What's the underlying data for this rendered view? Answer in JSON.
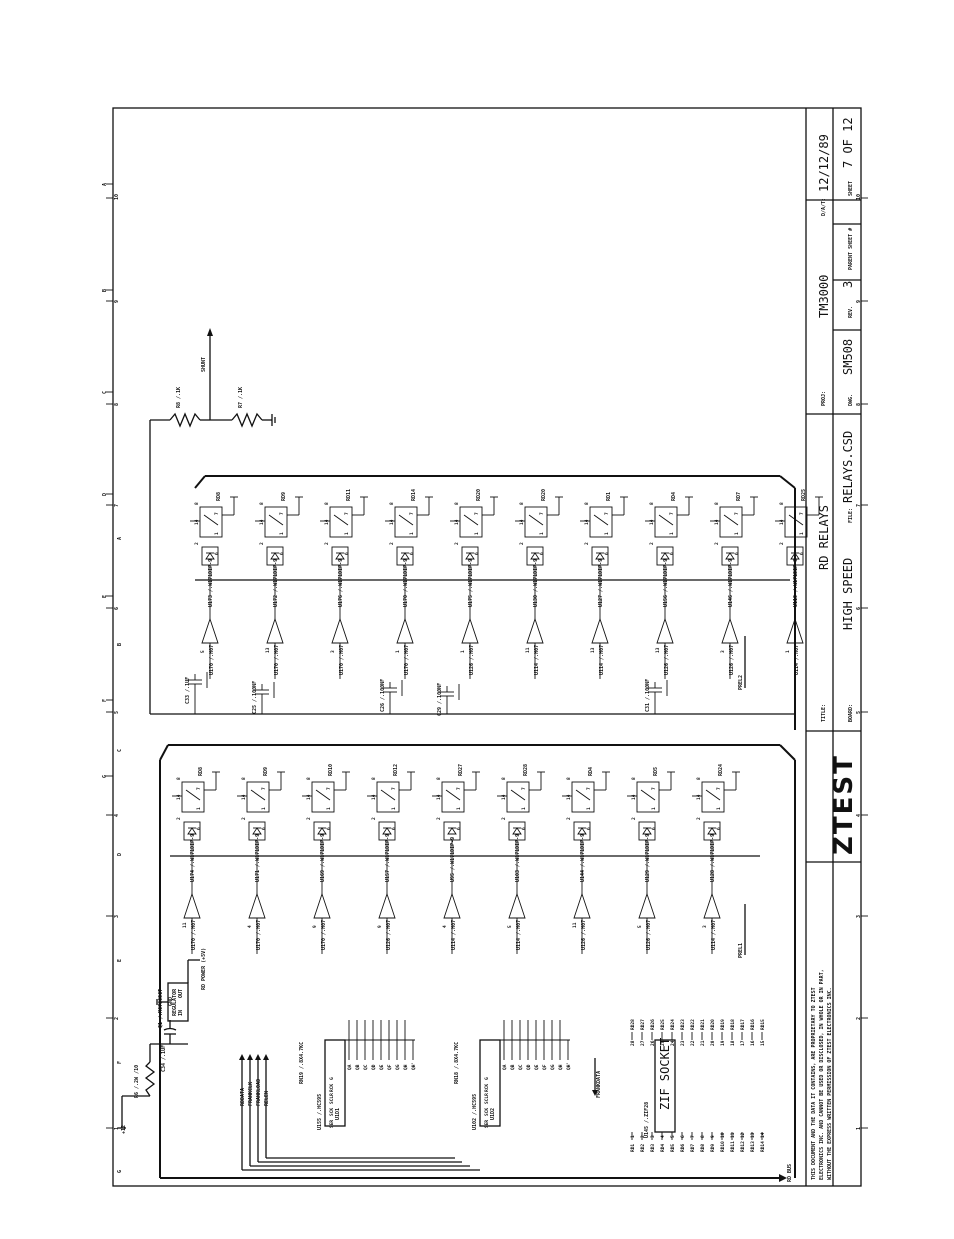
{
  "border": {
    "top_letters": [
      "A",
      "B",
      "C",
      "D",
      "E",
      "F",
      "G"
    ],
    "bottom_letters": [
      "A",
      "B",
      "C",
      "D",
      "E",
      "F",
      "G"
    ],
    "side_numbers": [
      "1",
      "2",
      "3",
      "4",
      "5",
      "6",
      "7",
      "8",
      "9",
      "10"
    ]
  },
  "title_block": {
    "logo": "ZTEST",
    "title_label": "TITLE:",
    "title": "RD RELAYS",
    "board_label": "BOARD:",
    "board": "HIGH SPEED",
    "file_label": "FILE:",
    "file": "RELAYS.CSD",
    "proj_label": "PROJ:",
    "proj": "TM3000",
    "dwg_label": "DWG.",
    "dwg": "SM508",
    "rev_label": "REV.",
    "rev": "3",
    "parent_label": "PARENT SHEET #",
    "date_label": "D/A/T:",
    "date": "12/12/89",
    "sheet_label": "SHEET",
    "sheet": "7 OF 12"
  },
  "notice": [
    "THIS DOCUMENT AND THE DATA IT CONTAINS, ARE PROPRIETARY TO ZTEST",
    "ELECTRONICS INC. AND CANNOT BE USED OR DISCLOSED, IN WHOLE OR IN PART,",
    "WITHOUT THE EXPRESS WRITTEN PERMISSION OF ZTEST ELECTRONICS INC."
  ],
  "power": {
    "regulator": "Q1 /.MC7805CT",
    "regulator_label": "REGULATOR",
    "in": "IN",
    "out": "OUT",
    "gnd": "GND",
    "rd_power": "RD POWER (+5V)",
    "r6": "R6 /.2W /10",
    "c34": "C34 /.1UF",
    "plus12": "+12"
  },
  "shift_registers": [
    {
      "ref": "U155 /.HC595",
      "unit": "U1D1",
      "rnet": "RN19 /.8X4.7KC"
    },
    {
      "ref": "U102 /.HC595",
      "unit": "U1D2",
      "rnet": "RN18 /.8X4.7KC"
    }
  ],
  "sr_pins": [
    "QA",
    "QB",
    "QC",
    "QD",
    "QE",
    "QF",
    "QG",
    "QH",
    "QH'"
  ],
  "sr_inputs": [
    "SER",
    "SCK",
    "SCLR",
    "RCK",
    "G"
  ],
  "signals": [
    "RDDATA",
    "FRANKCLK",
    "FRANKLOAD",
    "RELEN"
  ],
  "frankdata": "FRANKDATA",
  "rd_bus": "RD BUS",
  "shunt": "SHUNT",
  "presistors": [
    "R8 /.1K",
    "R7 /.1K"
  ],
  "prel": [
    "PREL1",
    "PREL2"
  ],
  "capacitors": [
    {
      "ref": "C33 /.1UF"
    },
    {
      "ref": "C25 /.100NF"
    },
    {
      "ref": "C26 /.100NF"
    },
    {
      "ref": "C29 /.100NF"
    },
    {
      "ref": "C31 /.100NF"
    }
  ],
  "zif": {
    "ref": "U145 /.ZIF28",
    "label": "ZIF SOCKET",
    "left_pins": [
      "1",
      "2",
      "3",
      "4",
      "5",
      "6",
      "7",
      "8",
      "9",
      "10",
      "11",
      "12",
      "13",
      "14"
    ],
    "left_nets": [
      "RD1",
      "RD2",
      "RD3",
      "RD4",
      "RD5",
      "RD6",
      "RD7",
      "RD8",
      "RD9",
      "RD10",
      "RD11",
      "RD12",
      "RD13",
      "RD14"
    ],
    "right_pins": [
      "28",
      "27",
      "26",
      "25",
      "24",
      "23",
      "22",
      "21",
      "20",
      "19",
      "18",
      "17",
      "16",
      "15"
    ],
    "right_nets": [
      "RD28",
      "RD27",
      "RD26",
      "RD25",
      "RD24",
      "RD23",
      "RD22",
      "RD21",
      "RD20",
      "RD19",
      "RD18",
      "RD17",
      "RD16",
      "RD15"
    ]
  },
  "relays_lower": [
    {
      "ref": "U174 /.W171DIP-9",
      "rd": "RD8",
      "driver": "U170 /.H07",
      "pin": "11"
    },
    {
      "ref": "U171 /.W171DIP-9",
      "rd": "RD9",
      "driver": "U170 /.H07",
      "pin": "4"
    },
    {
      "ref": "U169 /.W171DIP-9",
      "rd": "RD10",
      "driver": "U170 /.H07",
      "pin": "9"
    },
    {
      "ref": "U157 /.W171DIP-9",
      "rd": "RD12",
      "driver": "U126 /.H07",
      "pin": "9"
    },
    {
      "ref": "U95 /.W171DIP-9",
      "rd": "RD27",
      "driver": "U114 /.H07",
      "pin": "4"
    },
    {
      "ref": "U103 /.W171DIP-9",
      "rd": "RD28",
      "driver": "U114 /.H07",
      "pin": "5"
    },
    {
      "ref": "U144 /.W171DIP-9",
      "rd": "RD4",
      "driver": "U126 /.H07",
      "pin": "11"
    },
    {
      "ref": "U129 /.W171DIP-9",
      "rd": "RD5",
      "driver": "U126 /.H07",
      "pin": "5"
    },
    {
      "ref": "U128 /.W171DIP-9",
      "rd": "RD24",
      "driver": "U114 /.H07",
      "pin": "3"
    }
  ],
  "relays_upper": [
    {
      "ref": "U173 /.W171DIP-9",
      "rd": "RD8",
      "driver": "U170 /.H07",
      "pin": "5"
    },
    {
      "ref": "U172 /.W171DIP-9",
      "rd": "RD9",
      "driver": "U170 /.H07",
      "pin": "13"
    },
    {
      "ref": "U176 /.W171DIP-9",
      "rd": "RD11",
      "driver": "U170 /.H07",
      "pin": "3"
    },
    {
      "ref": "U170 /.W171DIP-9",
      "rd": "RD14",
      "driver": "U170 /.H07",
      "pin": "1"
    },
    {
      "ref": "U175 /.W171DIP-9",
      "rd": "RD20",
      "driver": "U126 /.H07",
      "pin": "1"
    },
    {
      "ref": "U130 /.W171DIP-9",
      "rd": "RD20",
      "driver": "U114 /.H07",
      "pin": "11"
    },
    {
      "ref": "U127 /.W171DIP-9",
      "rd": "RD1",
      "driver": "U114 /.H07",
      "pin": "13"
    },
    {
      "ref": "U156 /.W171DIP-9",
      "rd": "RD4",
      "driver": "U126 /.H07",
      "pin": "13"
    },
    {
      "ref": "U146 /.W171DIP-9",
      "rd": "RD7",
      "driver": "U126 /.H07",
      "pin": "3"
    },
    {
      "ref": "U115 /.W171DIP-9",
      "rd": "RD25",
      "driver": "U114 /.H07",
      "pin": "1"
    }
  ],
  "relay_pins": [
    "8",
    "7",
    "14",
    "1",
    "2",
    "6"
  ]
}
